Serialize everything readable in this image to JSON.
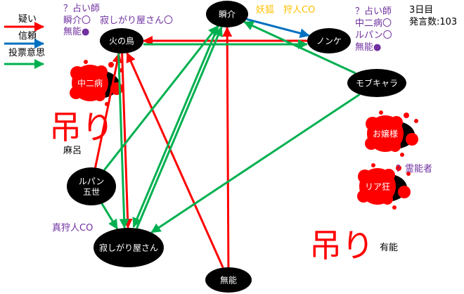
{
  "legend": [
    {
      "label": "疑い",
      "color": "#ff0000"
    },
    {
      "label": "信頼",
      "color": "#0070c0"
    },
    {
      "label": "投票意思",
      "color": "#00b050"
    }
  ],
  "info": {
    "day": "3日目",
    "post_count": "発言数:103"
  },
  "nodes": [
    {
      "id": "hinotori",
      "label": "火の鳥",
      "dead": false
    },
    {
      "id": "shunsuke",
      "label": "瞬介",
      "dead": false
    },
    {
      "id": "nonke",
      "label": "ノンケ",
      "dead": false
    },
    {
      "id": "mob",
      "label": "モブキャラ",
      "dead": false
    },
    {
      "id": "chuni",
      "label": "中二病",
      "dead": true
    },
    {
      "id": "ojou",
      "label": "お嬢様",
      "dead": true
    },
    {
      "id": "riakyo",
      "label": "リア狂",
      "dead": true
    },
    {
      "id": "lupin",
      "label": "ルパン五世",
      "dead": false
    },
    {
      "id": "sabishi",
      "label": "寂しがり屋さん",
      "dead": false
    },
    {
      "id": "munou",
      "label": "無能",
      "dead": false
    }
  ],
  "edges": [
    {
      "from": "nonke",
      "to": "hinotori",
      "type": "doubt"
    },
    {
      "from": "munou",
      "to": "shunsuke",
      "type": "doubt"
    },
    {
      "from": "munou",
      "to": "hinotori",
      "type": "doubt"
    },
    {
      "from": "lupin",
      "to": "hinotori",
      "type": "doubt"
    },
    {
      "from": "hinotori",
      "to": "sabishi",
      "type": "doubt"
    },
    {
      "from": "shunsuke",
      "to": "nonke",
      "type": "trust"
    },
    {
      "from": "hinotori",
      "to": "nonke",
      "type": "vote"
    },
    {
      "from": "mob",
      "to": "shunsuke",
      "type": "vote"
    },
    {
      "from": "mob",
      "to": "sabishi",
      "type": "vote"
    },
    {
      "from": "lupin",
      "to": "shunsuke",
      "type": "vote"
    },
    {
      "from": "sabishi",
      "to": "shunsuke",
      "type": "vote"
    },
    {
      "from": "shunsuke",
      "to": "sabishi",
      "type": "vote"
    },
    {
      "from": "hinotori",
      "to": "sabishi",
      "type": "vote"
    },
    {
      "from": "lupin",
      "to": "sabishi",
      "type": "vote"
    }
  ],
  "notes": {
    "hinotori_seer": [
      "？占い師",
      "瞬介〇　寂しがり屋さん〇",
      "無能●"
    ],
    "shunsuke_co": "妖狐　狩人CO",
    "nonke_seer": [
      "？占い師",
      "中二病〇",
      "ルパン〇",
      "無能●"
    ],
    "riakyo_co": "？霊能者",
    "sabishi_co": "真狩人CO"
  },
  "hanged": [
    {
      "mark": "吊り",
      "name": "麻呂"
    },
    {
      "mark": "吊り",
      "name": "有能"
    }
  ]
}
